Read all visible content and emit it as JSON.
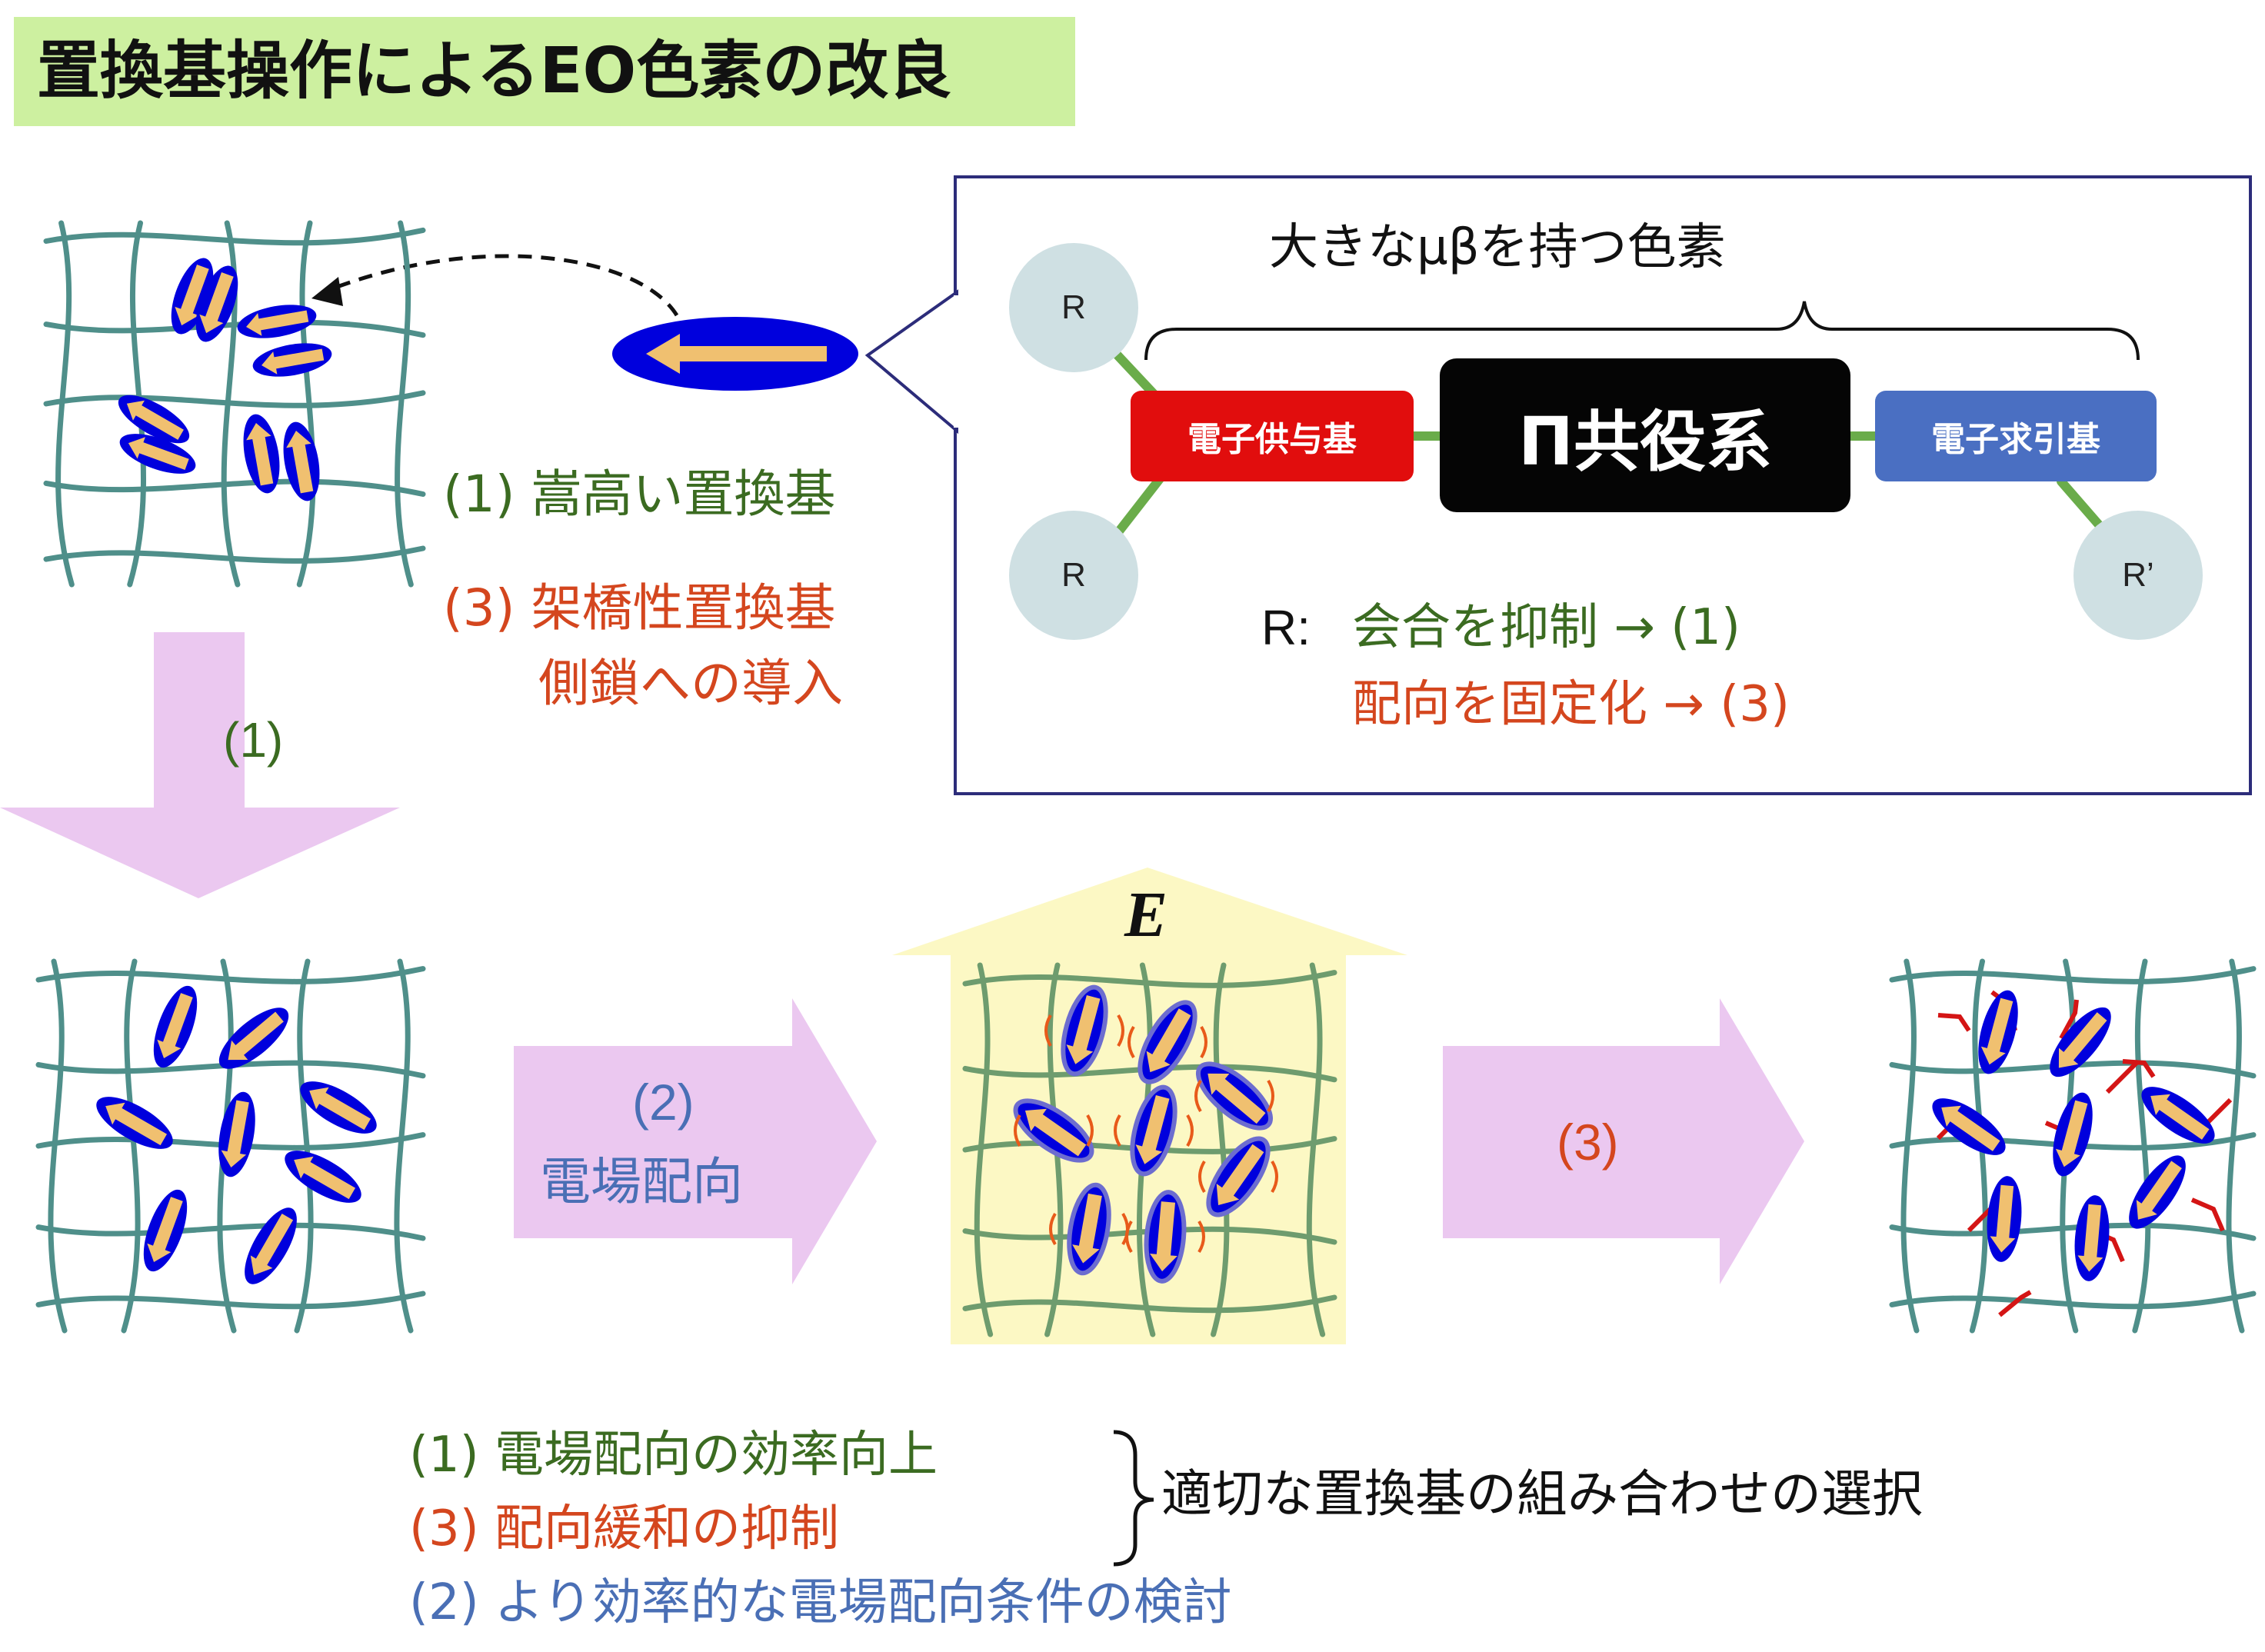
{
  "title": "置換基操作によるEO色素の改良",
  "callout": {
    "header": "大きなμβを持つ色素",
    "donor": "電子供与基",
    "pi_system": "Π共役系",
    "acceptor": "電子求引基",
    "r_labels": [
      "R",
      "R",
      "R’"
    ],
    "r_prefix": "R:",
    "r_line1": "会合を抑制 → (1)",
    "r_line2": "配向を固定化 → (3)"
  },
  "side_labels": {
    "bulky": "(1) 嵩高い置換基",
    "crosslink_1": "(3) 架橋性置換基",
    "crosslink_2": "側鎖への導入"
  },
  "arrows": {
    "step1": "(1)",
    "step2_num": "(2)",
    "step2_text": "電場配向",
    "step3": "(3)",
    "field": "E"
  },
  "bottom": {
    "line1": "(1) 電場配向の効率向上",
    "line2": "(3) 配向緩和の抑制",
    "line3": "(2) より効率的な電場配向条件の検討",
    "bracket_text": "適切な置換基の組み合わせの選択"
  },
  "colors": {
    "title_bg": "#cdf0a0",
    "green_text": "#3b6b21",
    "orange_text": "#d4461e",
    "blue_text": "#4a6fb5",
    "arrow_pink": "#ebc8f0",
    "field_yellow": "#fcf8c4",
    "polymer_teal": "#4f8f8a",
    "polymer_green": "#6e9c6e",
    "dye_blue": "#0000dd",
    "dye_arrow": "#f0c070",
    "crosslink_red": "#d41515"
  }
}
